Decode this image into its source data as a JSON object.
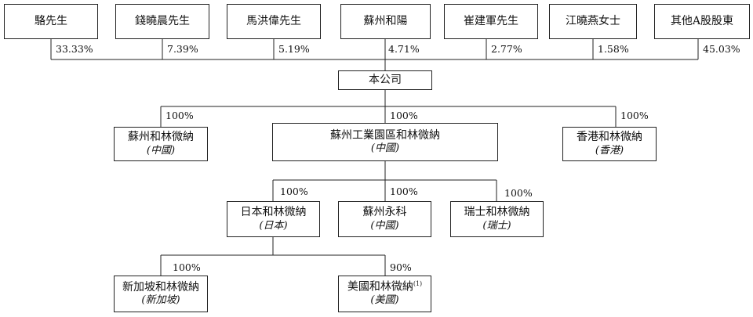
{
  "shareholders": [
    {
      "name": "駱先生",
      "pct": "33.33%"
    },
    {
      "name": "錢曉晨先生",
      "pct": "7.39%"
    },
    {
      "name": "馬洪偉先生",
      "pct": "5.19%"
    },
    {
      "name": "蘇州和陽",
      "pct": "4.71%"
    },
    {
      "name": "崔建軍先生",
      "pct": "2.77%"
    },
    {
      "name": "江曉燕女士",
      "pct": "1.58%"
    },
    {
      "name": "其他A股股東",
      "pct": "45.03%"
    }
  ],
  "company": {
    "name": "本公司"
  },
  "level1": [
    {
      "name": "蘇州和林微納",
      "jur": "(中國)",
      "pct": "100%"
    },
    {
      "name": "蘇州工業園區和林微納",
      "jur": "(中國)",
      "pct": "100%"
    },
    {
      "name": "香港和林微納",
      "jur": "(香港)",
      "pct": "100%"
    }
  ],
  "level2": [
    {
      "name": "日本和林微納",
      "jur": "(日本)",
      "pct": "100%"
    },
    {
      "name": "蘇州永科",
      "jur": "(中國)",
      "pct": "100%"
    },
    {
      "name": "瑞士和林微納",
      "jur": "(瑞士)",
      "pct": "100%"
    }
  ],
  "level3": [
    {
      "name": "新加坡和林微納",
      "jur": "(新加坡)",
      "pct": "100%"
    },
    {
      "name": "美國和林微納",
      "note": "(1)",
      "jur": "(美國)",
      "pct": "90%"
    }
  ]
}
